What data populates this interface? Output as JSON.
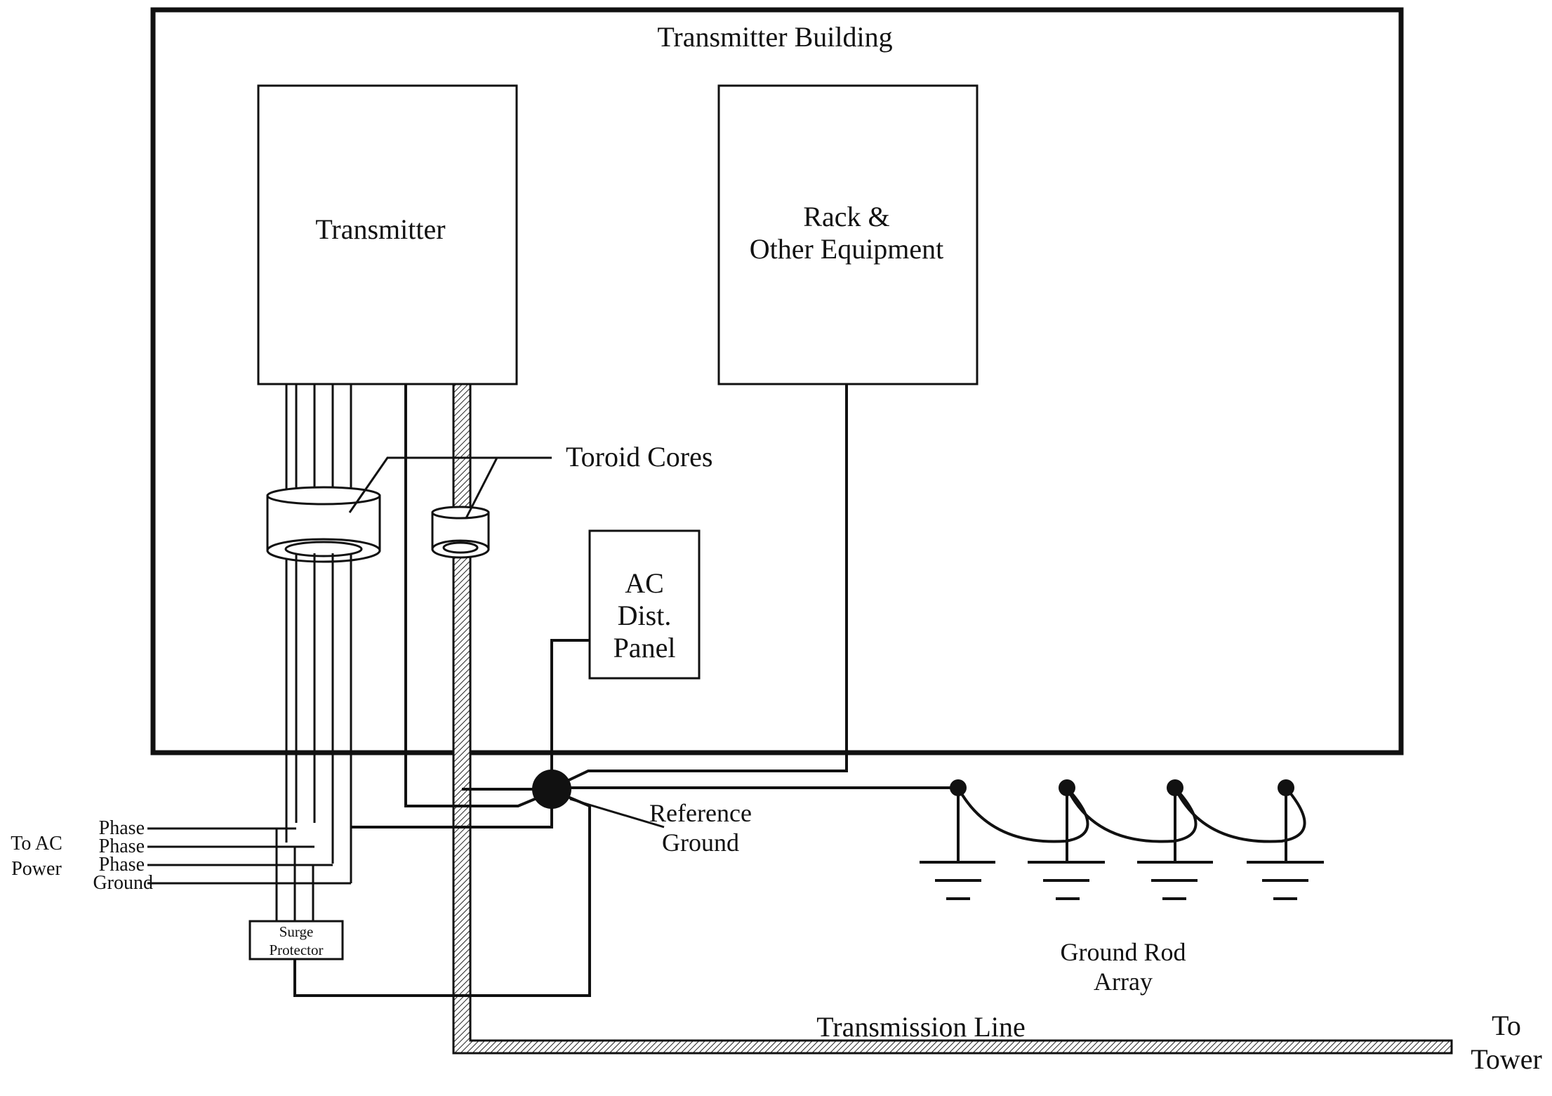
{
  "labels": {
    "building": "Transmitter Building",
    "transmitter": "Transmitter",
    "rack_line1": "Rack &",
    "rack_line2": "Other Equipment",
    "toroid": "Toroid Cores",
    "ac_line1": "AC",
    "ac_line2": "Dist.",
    "ac_line3": "Panel",
    "ref_line1": "Reference",
    "ref_line2": "Ground",
    "to_ac_line1": "To AC",
    "to_ac_line2": "Power",
    "phase1": "Phase",
    "phase2": "Phase",
    "phase3": "Phase",
    "ground": "Ground",
    "surge_line1": "Surge",
    "surge_line2": "Protector",
    "rod_line1": "Ground Rod",
    "rod_line2": "Array",
    "tline": "Transmission Line",
    "tower_line1": "To",
    "tower_line2": "Tower"
  }
}
